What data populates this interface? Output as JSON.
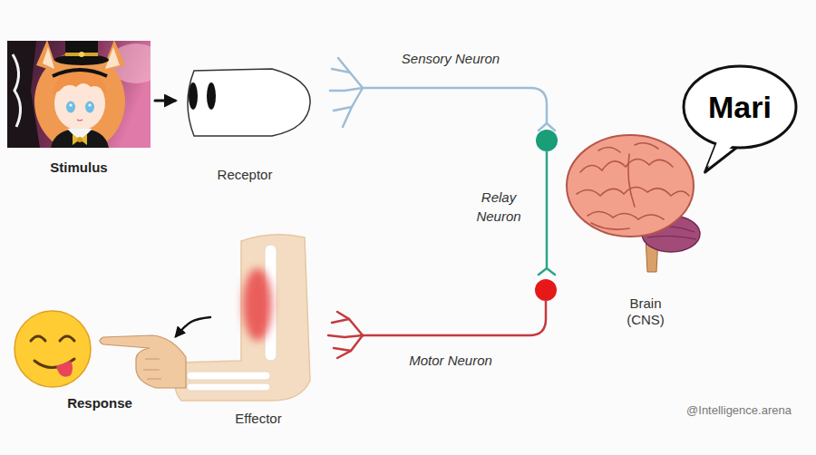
{
  "diagram": {
    "nodes": [
      {
        "text": [
          "Stimulus"
        ]
      },
      {
        "text": [
          "Receptor"
        ]
      },
      {
        "text": [
          "Mari"
        ]
      },
      {
        "text": [
          "Brain (CNS)"
        ]
      },
      {
        "text": [
          "Effector"
        ]
      },
      {
        "text": [
          "Response"
        ]
      }
    ],
    "edges": [
      {
        "from": 0,
        "to": 1,
        "arrow": "to"
      },
      {
        "from": 4,
        "to": 5,
        "arrow": "to"
      }
    ],
    "labels": [
      "Sensory Neuron",
      "Relay Neuron",
      "Motor Neuron",
      "@Intelligence.arena"
    ]
  }
}
